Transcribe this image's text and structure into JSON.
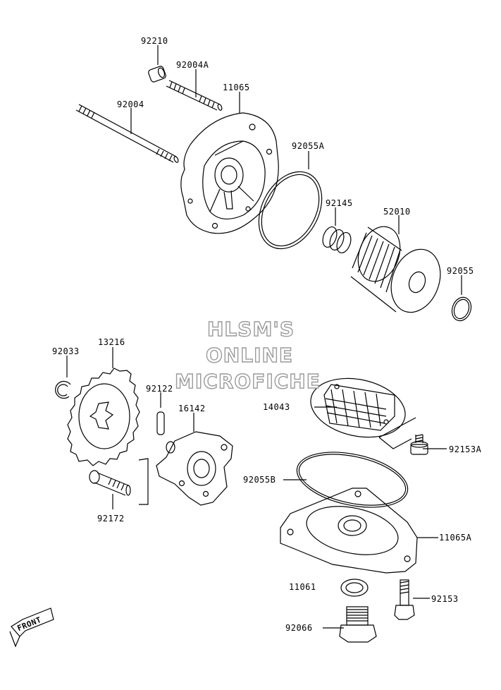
{
  "parts": {
    "p92210": "92210",
    "p92004A": "92004A",
    "p11065": "11065",
    "p92004": "92004",
    "p92055A": "92055A",
    "p92145": "92145",
    "p52010": "52010",
    "p92055": "92055",
    "p92033": "92033",
    "p13216": "13216",
    "p92122": "92122",
    "p16142": "16142",
    "p14043": "14043",
    "p92153A": "92153A",
    "p92055B": "92055B",
    "p92172": "92172",
    "p11065A": "11065A",
    "p11061": "11061",
    "p92153": "92153",
    "p92066": "92066"
  },
  "watermark": {
    "line1": "HLSM'S",
    "line2": "ONLINE",
    "line3": "MICROFICHE"
  },
  "front_arrow": {
    "label": "FRONT"
  }
}
